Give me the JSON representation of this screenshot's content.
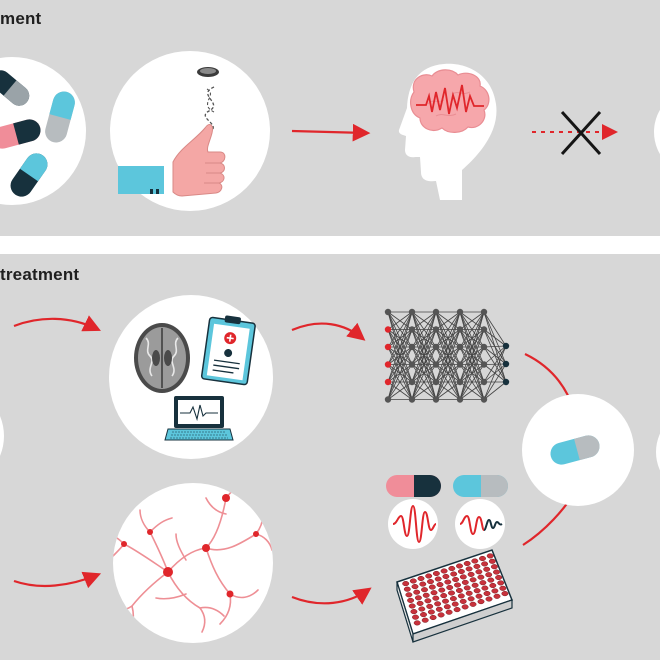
{
  "panels": {
    "top": {
      "title": "ment"
    },
    "bottom": {
      "title": "treatment"
    }
  },
  "colors": {
    "background": "#d7d7d7",
    "accent_red": "#e0262b",
    "teal": "#5cc6dc",
    "navy": "#17313d",
    "pink": "#f08d99",
    "brain_pink": "#f6a7ab"
  },
  "icons": {
    "top": [
      "capsules-circle",
      "coin-toss-circle",
      "arrow",
      "head-brain-icon",
      "blocked-arrow",
      "cross-icon"
    ],
    "bottom": [
      "patient-data-circle",
      "neural-network-icon",
      "capsule-circle",
      "neuron-circle",
      "capsule-pair",
      "waveform-icons",
      "well-plate-icon"
    ]
  }
}
